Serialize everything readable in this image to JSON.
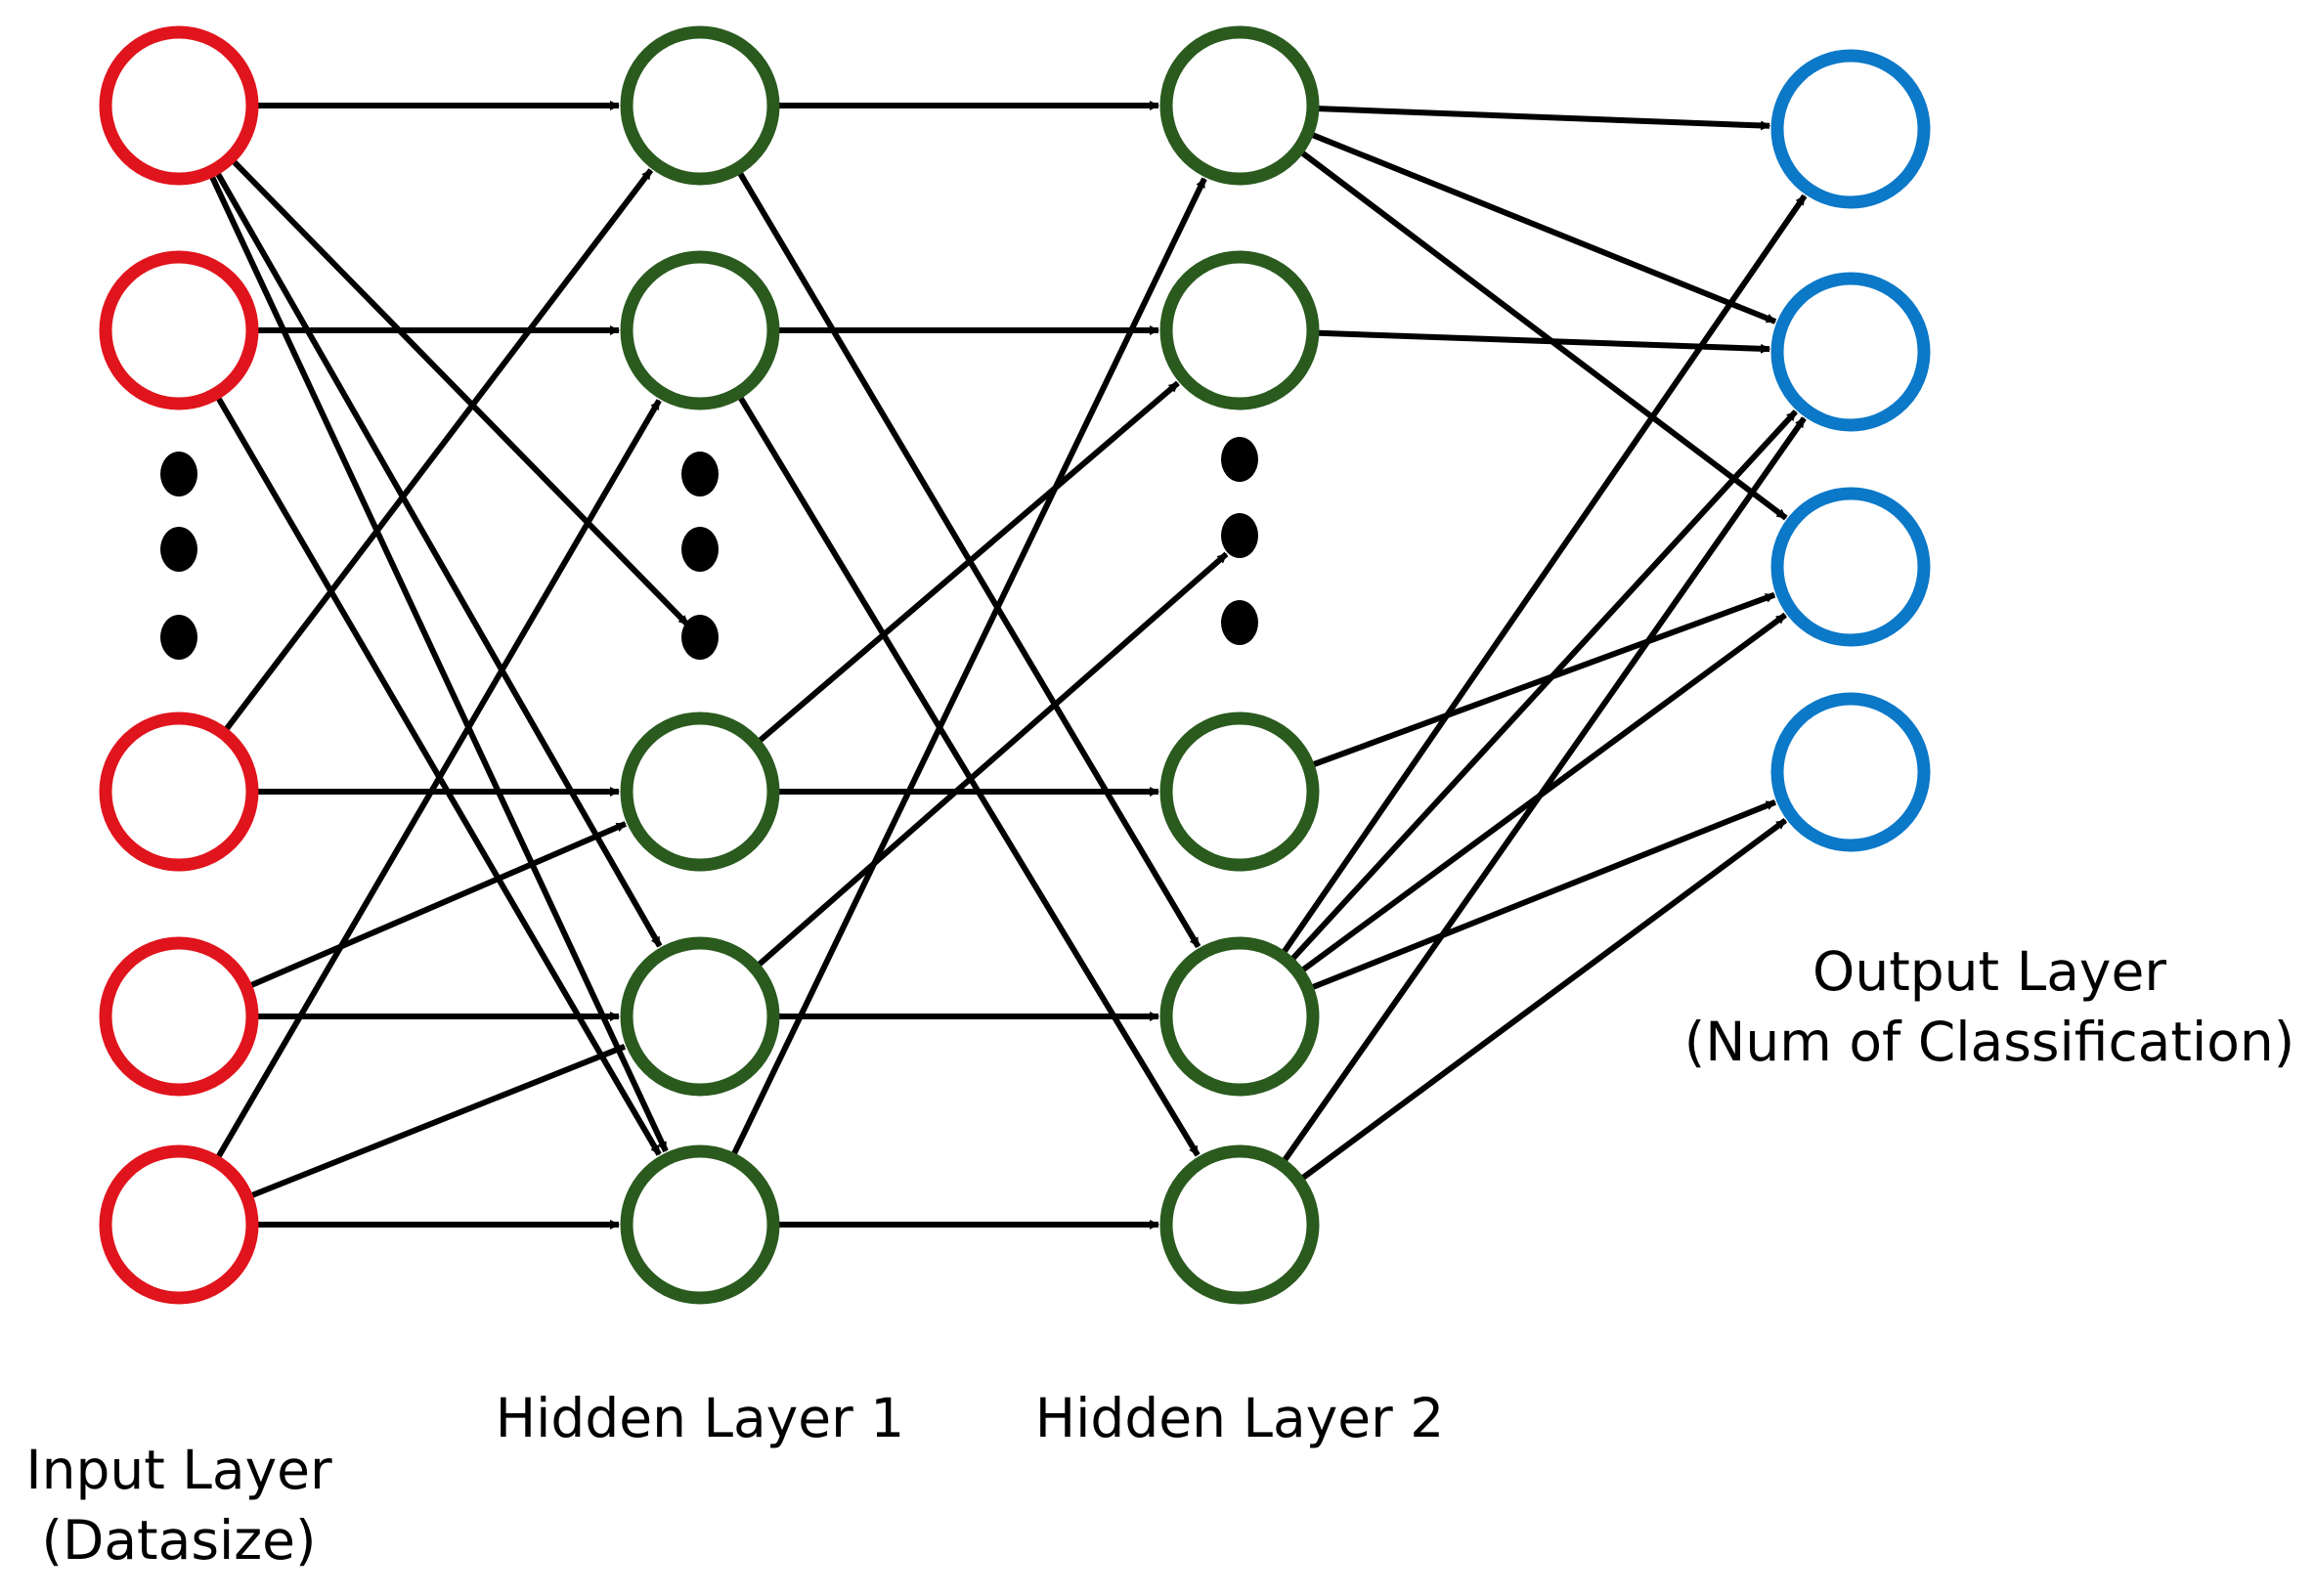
{
  "diagram": {
    "colors": {
      "input": "#e0141c",
      "hidden": "#2a5a1e",
      "output": "#0b78c8",
      "edge": "#000000"
    },
    "layers": {
      "input": {
        "title": "Input Layer",
        "subtitle": "(Datasize)"
      },
      "hidden1": {
        "title": "Hidden Layer 1"
      },
      "hidden2": {
        "title": "Hidden Layer 2"
      },
      "output": {
        "title": "Output Layer",
        "subtitle": "(Num of Classification)"
      }
    },
    "edges": [
      [
        "in0",
        "h1_0"
      ],
      [
        "in0",
        "h1_3"
      ],
      [
        "in0",
        "h1_4"
      ],
      [
        "in0",
        "dots_h1"
      ],
      [
        "in1",
        "h1_1"
      ],
      [
        "in1",
        "h1_4"
      ],
      [
        "in3",
        "h1_0"
      ],
      [
        "in3",
        "h1_2"
      ],
      [
        "in4",
        "h1_2"
      ],
      [
        "in4",
        "h1_3"
      ],
      [
        "in5",
        "h1_1"
      ],
      [
        "in5",
        "h1_3"
      ],
      [
        "in5",
        "h1_4"
      ],
      [
        "h1_0",
        "h2_0"
      ],
      [
        "h1_0",
        "h2_3"
      ],
      [
        "h1_1",
        "h2_1"
      ],
      [
        "h1_1",
        "h2_4"
      ],
      [
        "h1_2",
        "h2_2"
      ],
      [
        "h1_2",
        "h2_1"
      ],
      [
        "h1_3",
        "h2_3"
      ],
      [
        "h1_3",
        "dots_h2"
      ],
      [
        "h1_4",
        "h2_4"
      ],
      [
        "h1_4",
        "h2_0"
      ],
      [
        "h2_0",
        "out0"
      ],
      [
        "h2_0",
        "out1"
      ],
      [
        "h2_0",
        "out2"
      ],
      [
        "h2_1",
        "out1"
      ],
      [
        "h2_2",
        "out2"
      ],
      [
        "h2_3",
        "out0"
      ],
      [
        "h2_3",
        "out1"
      ],
      [
        "h2_3",
        "out2"
      ],
      [
        "h2_3",
        "out3"
      ],
      [
        "h2_4",
        "out1"
      ],
      [
        "h2_4",
        "out3"
      ]
    ]
  }
}
